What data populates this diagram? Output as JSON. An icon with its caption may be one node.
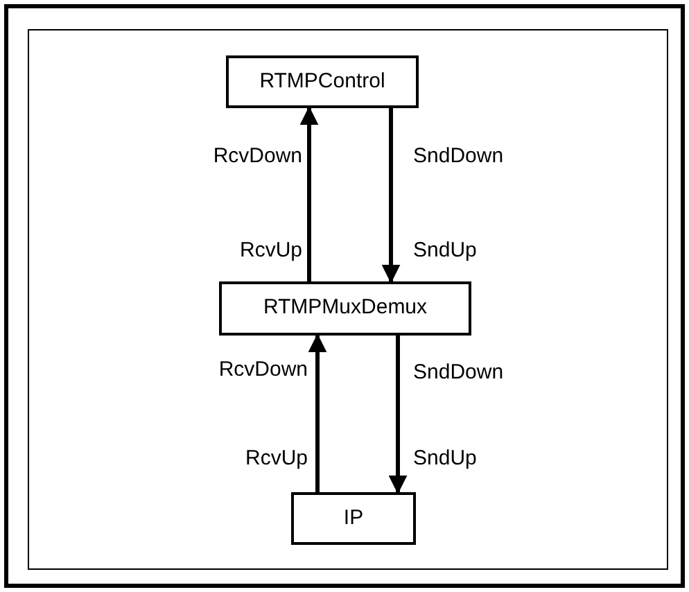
{
  "diagram": {
    "nodes": [
      {
        "text": [
          "RTMPControl"
        ]
      },
      {
        "text": [
          "RTMPMuxDemux"
        ]
      },
      {
        "text": [
          "IP"
        ]
      }
    ],
    "edges": [
      {
        "from": 1,
        "to": 0,
        "arrow": "to"
      },
      {
        "from": 0,
        "to": 1,
        "arrow": "to"
      },
      {
        "from": 2,
        "to": 1,
        "arrow": "to"
      },
      {
        "from": 1,
        "to": 2,
        "arrow": "to"
      }
    ],
    "labels": [
      "RcvDown",
      "SndDown",
      "RcvUp",
      "SndUp",
      "RcvDown",
      "SndDown",
      "RcvUp",
      "SndUp"
    ]
  }
}
